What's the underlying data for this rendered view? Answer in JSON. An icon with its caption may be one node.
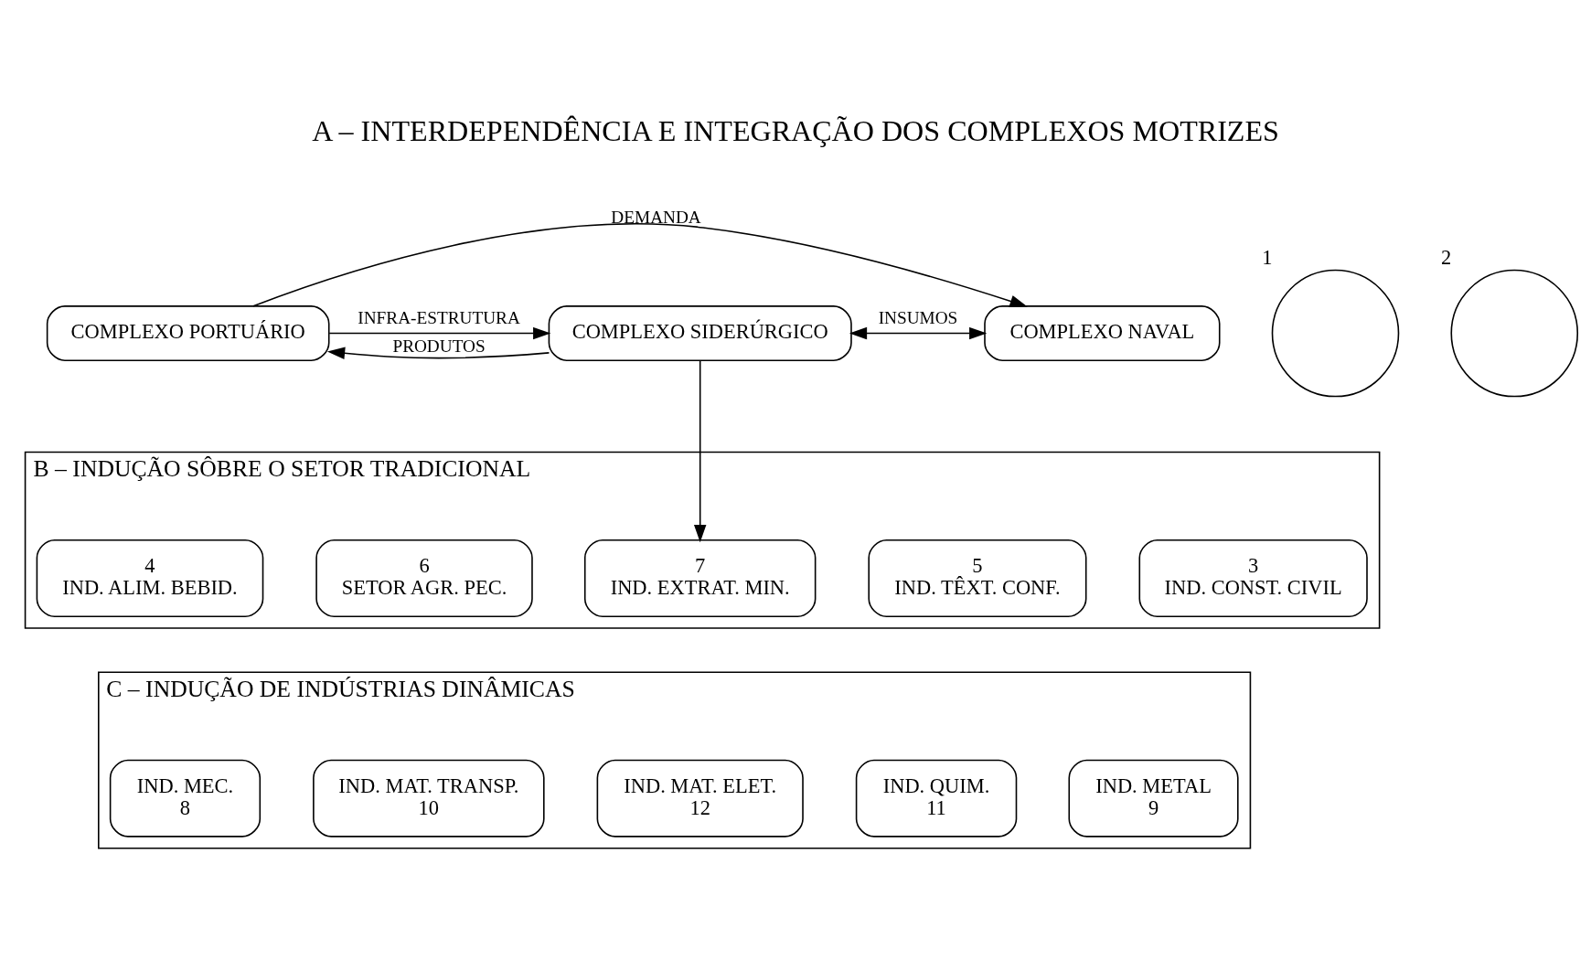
{
  "diagram": {
    "title": "A – INTERDEPENDÊNCIA E INTEGRAÇÃO DOS COMPLEXOS MOTRIZES",
    "nodes": [
      {
        "text": [
          "COMPLEXO PORTUÁRIO"
        ]
      },
      {
        "text": [
          "COMPLEXO SIDERÚRGICO"
        ]
      },
      {
        "text": [
          "COMPLEXO NAVAL"
        ]
      },
      {
        "text": [
          "B – INDUÇÃO SÔBRE O SETOR TRADICIONAL"
        ]
      },
      {
        "text": [
          "3",
          "IND. CONST. CIVIL"
        ],
        "in": 3
      },
      {
        "text": [
          "5",
          "IND. TÊXT. CONF."
        ],
        "in": 3
      },
      {
        "text": [
          "7",
          "IND. EXTRAT. MIN."
        ],
        "in": 3
      },
      {
        "text": [
          "6",
          "SETOR AGR. PEC."
        ],
        "in": 3
      },
      {
        "text": [
          "4",
          "IND. ALIM. BEBID."
        ],
        "in": 3
      },
      {
        "text": [
          "C – INDUÇÃO DE INDÚSTRIAS DINÂMICAS"
        ]
      },
      {
        "text": [
          "IND. METAL",
          "9"
        ],
        "in": 9
      },
      {
        "text": [
          "IND. QUIM.",
          "11"
        ],
        "in": 9
      },
      {
        "text": [
          "IND. MAT. ELET.",
          "12"
        ],
        "in": 9
      },
      {
        "text": [
          "IND. MAT. TRANSP.",
          "10"
        ],
        "in": 9
      },
      {
        "text": [
          "IND. MEC.",
          "8"
        ],
        "in": 9
      },
      {
        "text": [],
        "shape": "circle",
        "beside": [
          "1"
        ]
      },
      {
        "text": [],
        "shape": "circle",
        "beside": [
          "2"
        ]
      }
    ],
    "edges": [
      {
        "from": 0,
        "to": 2,
        "arrow": "to",
        "label": "DEMANDA"
      },
      {
        "from": 1,
        "to": 0,
        "arrow": "to",
        "label": "PRODUTOS"
      },
      {
        "from": 0,
        "to": 1,
        "arrow": "to",
        "label": "INFRA-ESTRUTURA"
      },
      {
        "from": 1,
        "to": 2,
        "arrow": "both",
        "label": "INSUMOS"
      },
      {
        "from": 1,
        "to": 6,
        "arrow": "to"
      }
    ]
  }
}
